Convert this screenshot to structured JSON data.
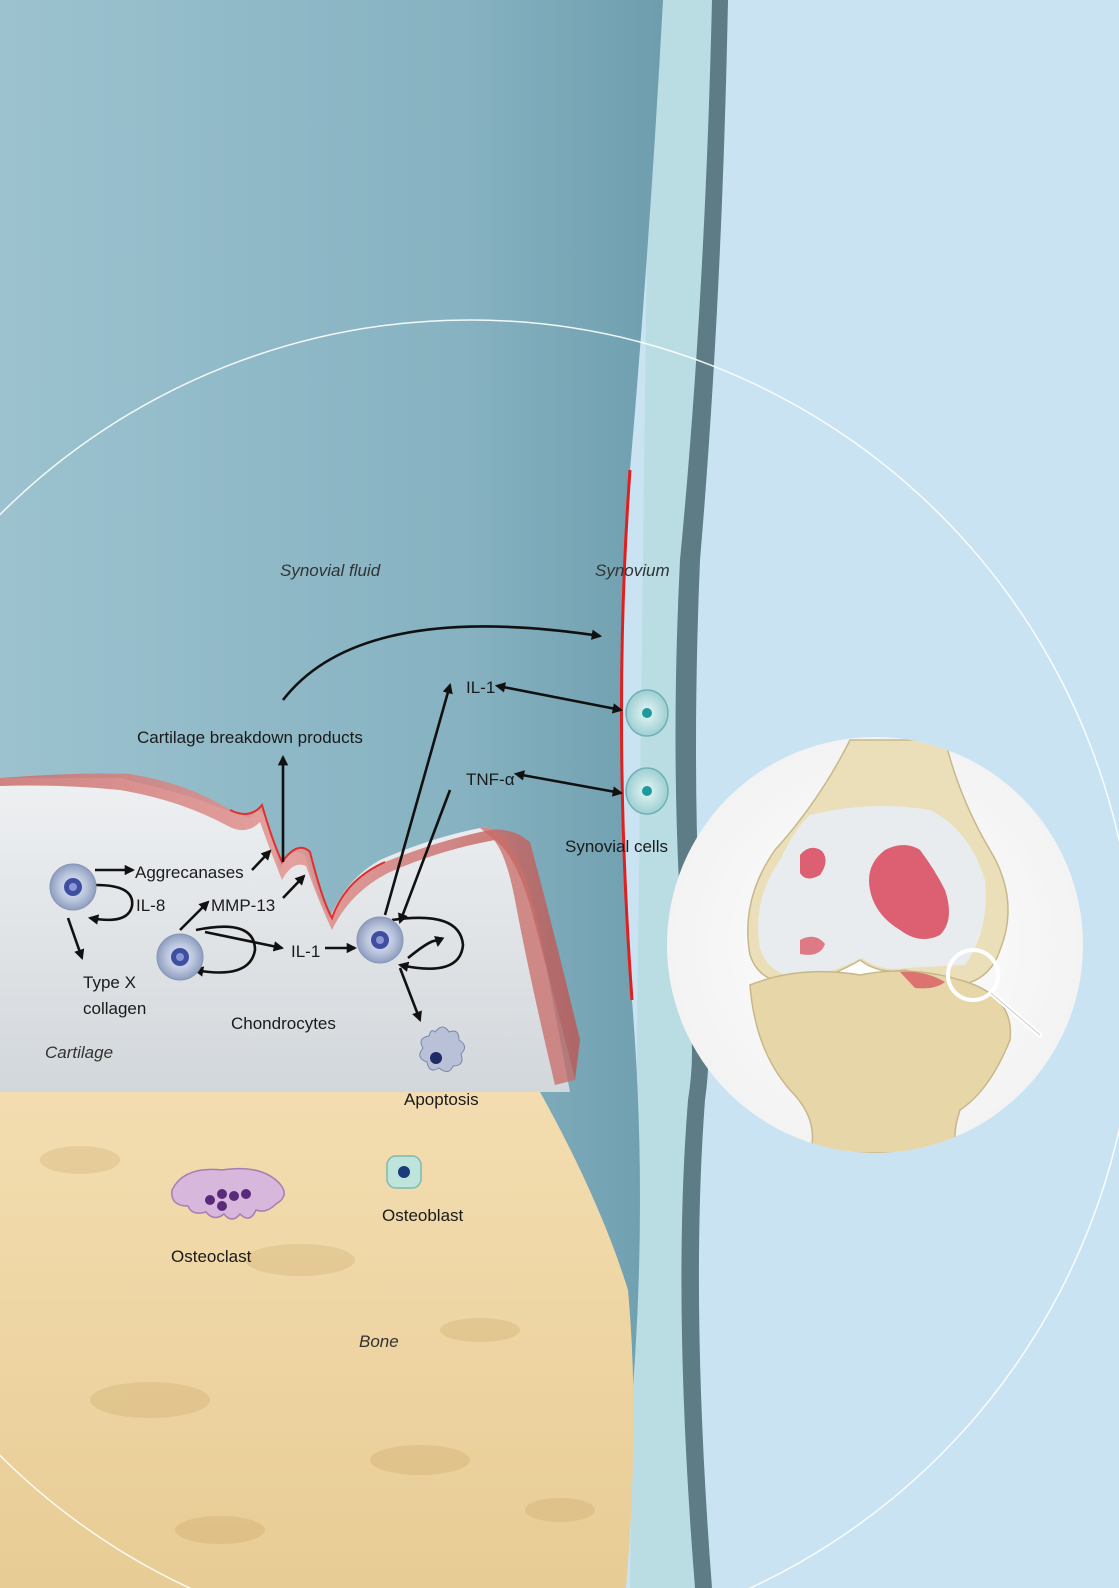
{
  "regions": {
    "synovial_fluid": "Synovial fluid",
    "synovium": "Synovium",
    "cartilage": "Cartilage",
    "bone": "Bone"
  },
  "labels": {
    "cartilage_breakdown": "Cartilage breakdown products",
    "il1_top": "IL-1",
    "tnf": "TNF-α",
    "synovial_cells": "Synovial cells",
    "aggrecanases": "Aggrecanases",
    "il8": "IL-8",
    "mmp13": "MMP-13",
    "il1_mid": "IL-1",
    "type_x": "Type X",
    "collagen": "collagen",
    "chondrocytes": "Chondrocytes",
    "apoptosis": "Apoptosis",
    "osteoblast": "Osteoblast",
    "osteoclast": "Osteoclast"
  },
  "colors": {
    "fluid": "#8fb8c6",
    "synovium_line": "#e02020",
    "cartilage": "#dfe3e6",
    "bone": "#efd7a6",
    "background": "#c9e3f3"
  }
}
